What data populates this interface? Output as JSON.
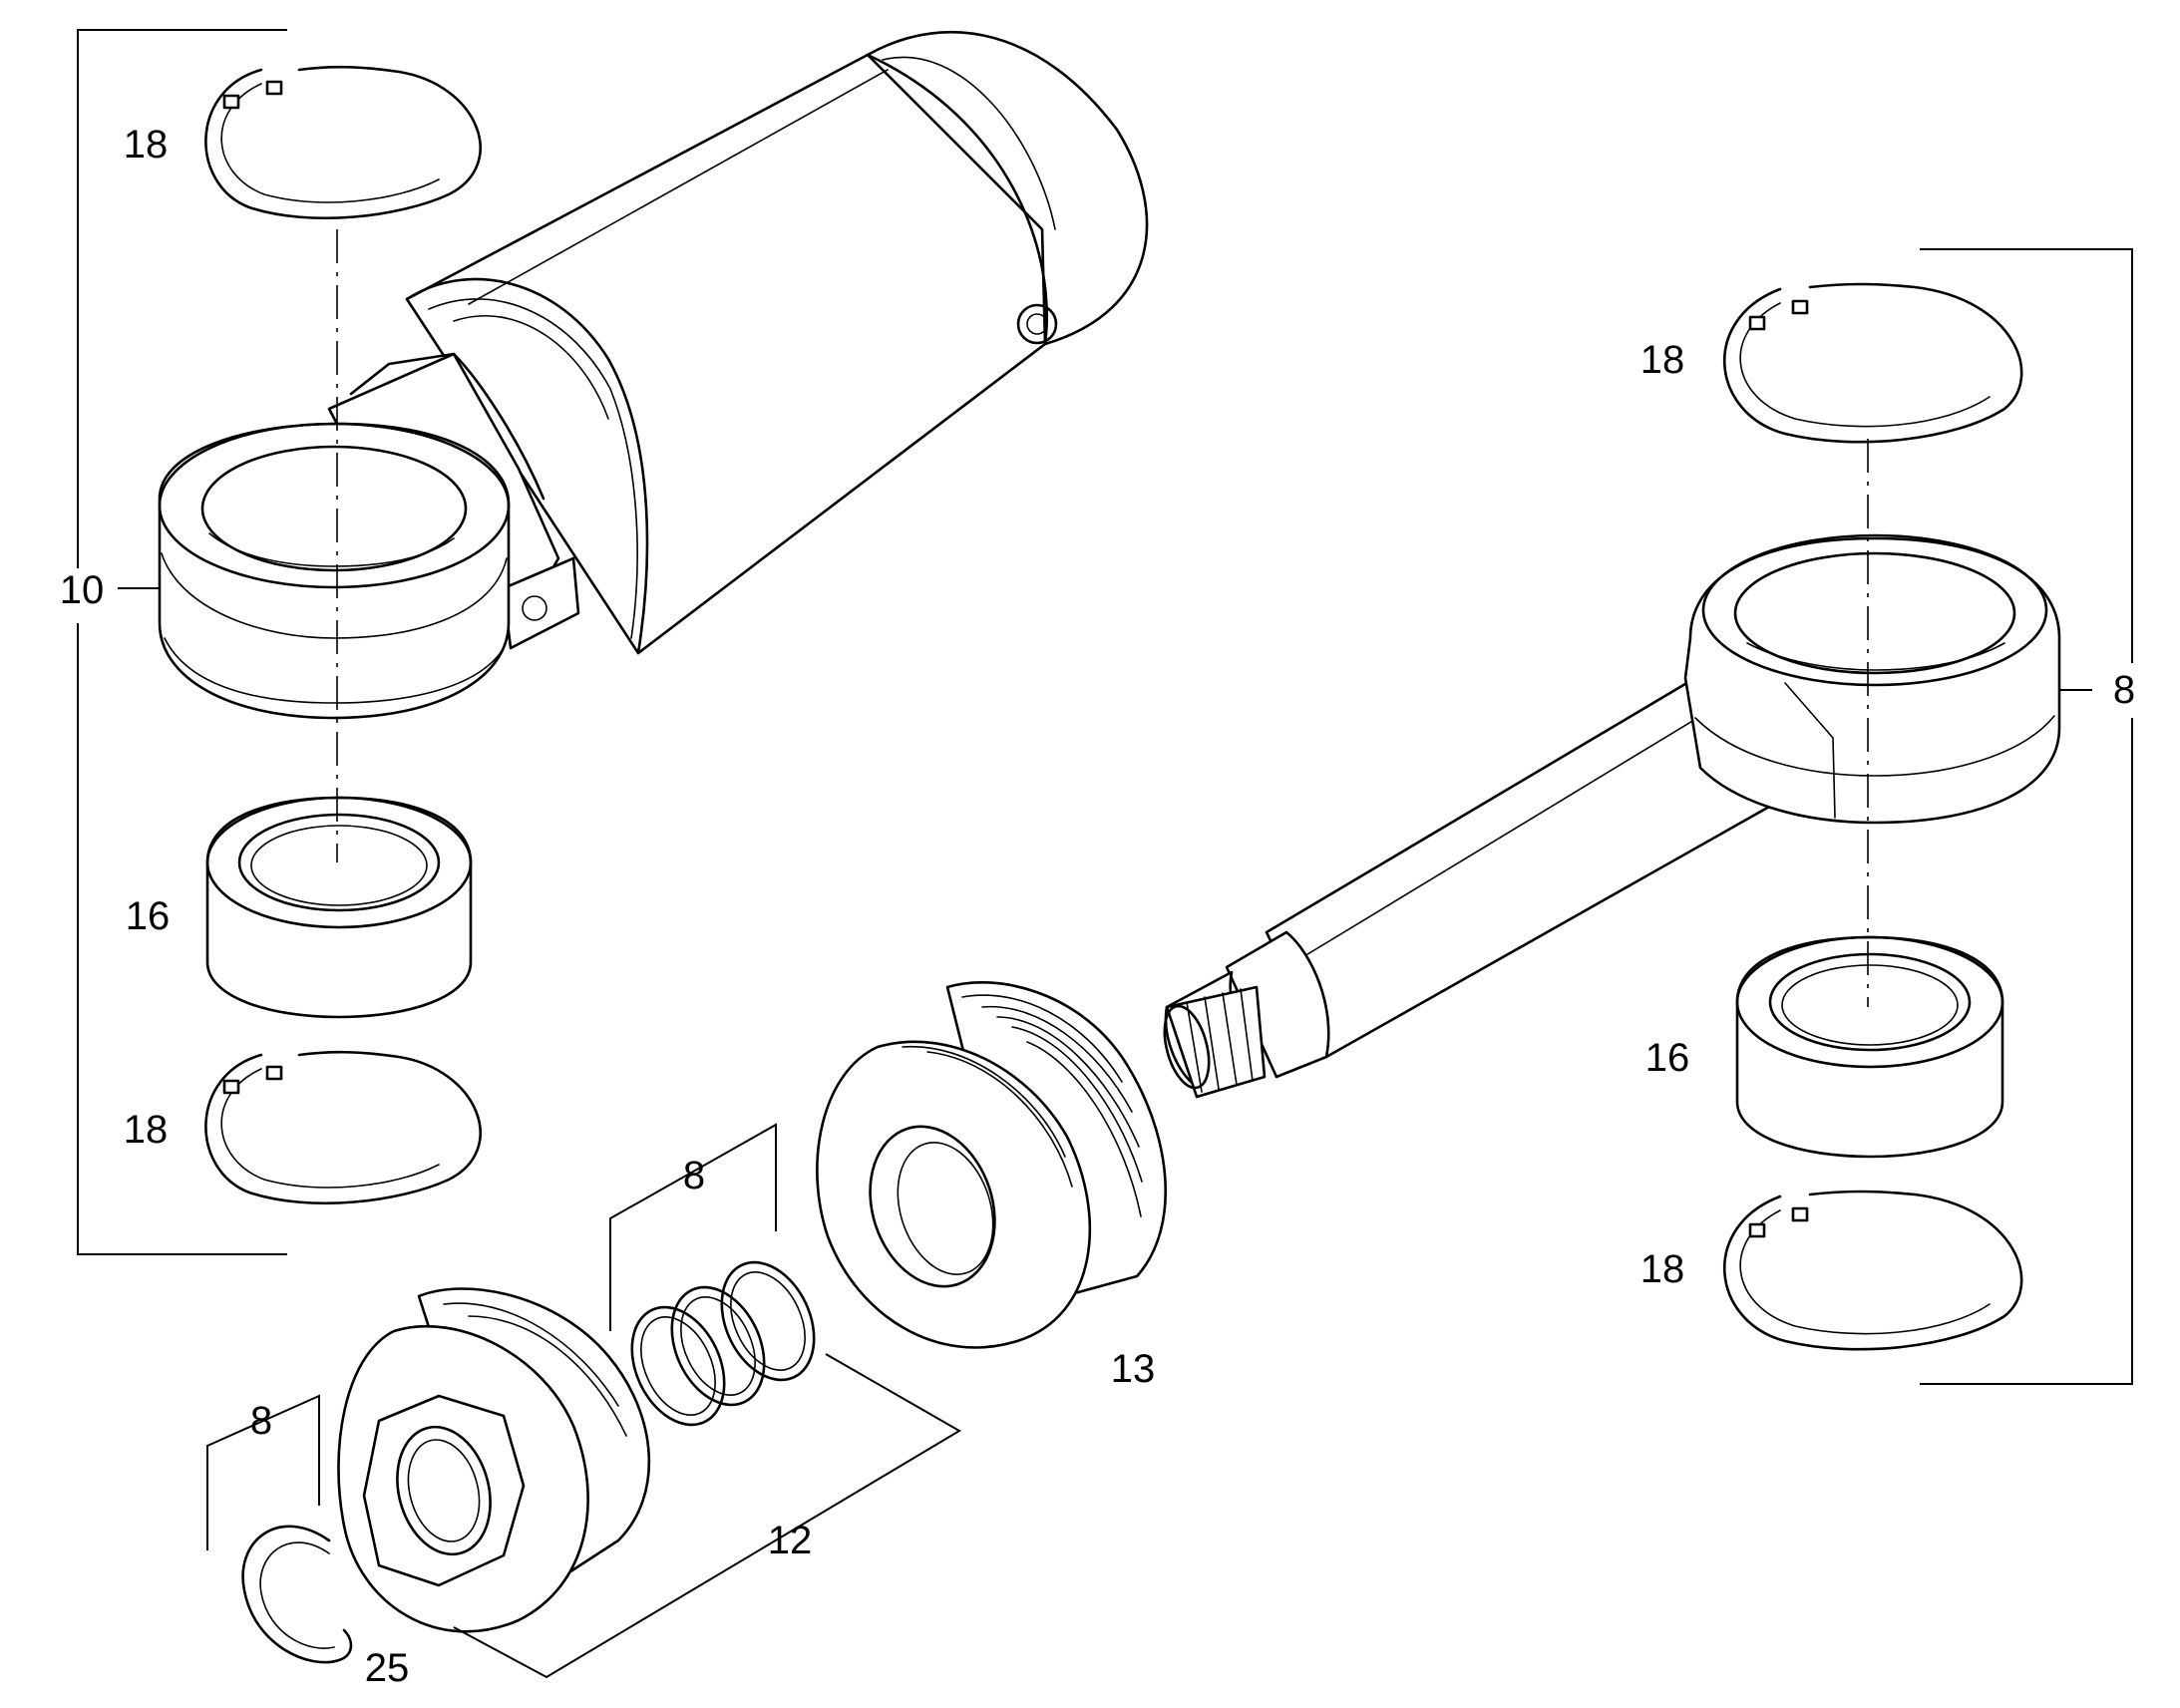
{
  "callouts": {
    "c10": "10",
    "c18_top_left": "18",
    "c16_left": "16",
    "c18_bottom_left": "18",
    "c18_top_right": "18",
    "c8_right": "8",
    "c16_right": "16",
    "c18_bottom_right": "18",
    "c13": "13",
    "c8_seals": "8",
    "c12": "12",
    "c8_wiper": "8",
    "c25": "25"
  }
}
